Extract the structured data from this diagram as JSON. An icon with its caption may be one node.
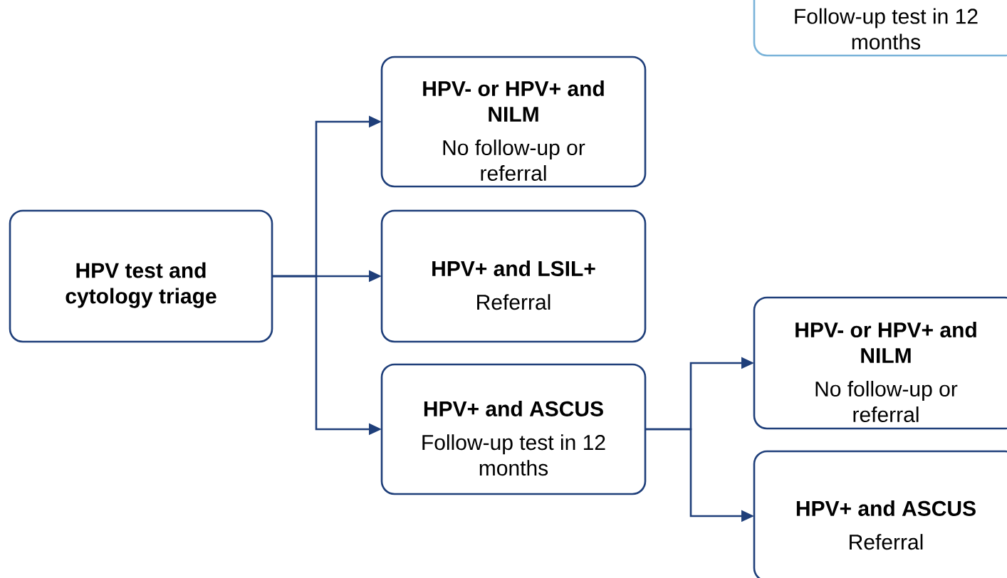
{
  "diagram": {
    "nodes": [
      {
        "text": [
          "HPV test and cytology triage"
        ]
      },
      {
        "text": [
          "HPV- or HPV+ and NILM",
          "No follow-up or referral"
        ]
      },
      {
        "text": [
          "HPV+ and LSIL+",
          "Referral"
        ]
      },
      {
        "text": [
          "HPV+ and ASCUS",
          "Follow-up test in 12 months"
        ]
      },
      {
        "text": [
          "HPV- or HPV+ and NILM",
          "No follow-up or referral"
        ]
      },
      {
        "text": [
          "HPV+ and ASCUS",
          "Referral"
        ]
      },
      {
        "text": [
          "Follow-up test in 12 months"
        ]
      }
    ],
    "edges": [
      {
        "from": 0,
        "to": 1,
        "arrow": "to"
      },
      {
        "from": 0,
        "to": 2,
        "arrow": "to"
      },
      {
        "from": 0,
        "to": 3,
        "arrow": "to"
      },
      {
        "from": 3,
        "to": 4,
        "arrow": "to"
      },
      {
        "from": 3,
        "to": 5,
        "arrow": "to"
      }
    ]
  }
}
